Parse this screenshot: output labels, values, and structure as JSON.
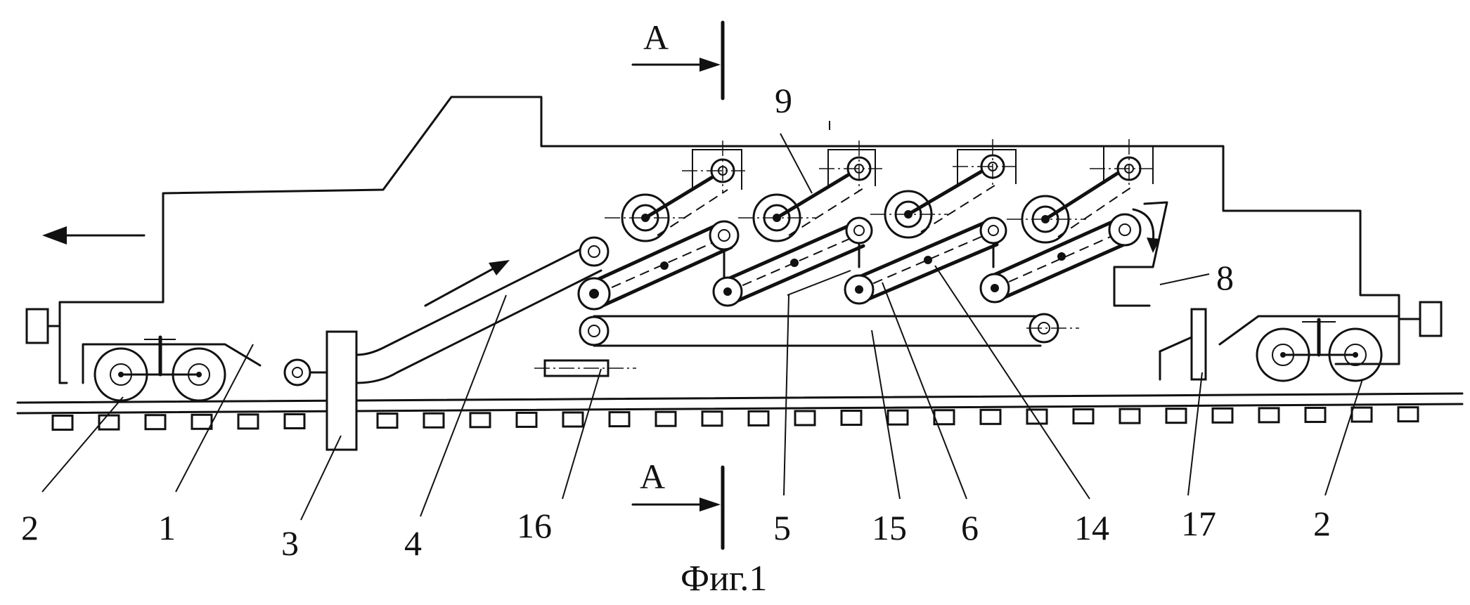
{
  "section_marker": "А",
  "caption": "Фиг.1",
  "callouts": {
    "c1": "1",
    "c2a": "2",
    "c2b": "2",
    "c3": "3",
    "c4": "4",
    "c5": "5",
    "c6": "6",
    "c8": "8",
    "c9": "9",
    "c14": "14",
    "c15": "15",
    "c16": "16",
    "c17": "17"
  }
}
